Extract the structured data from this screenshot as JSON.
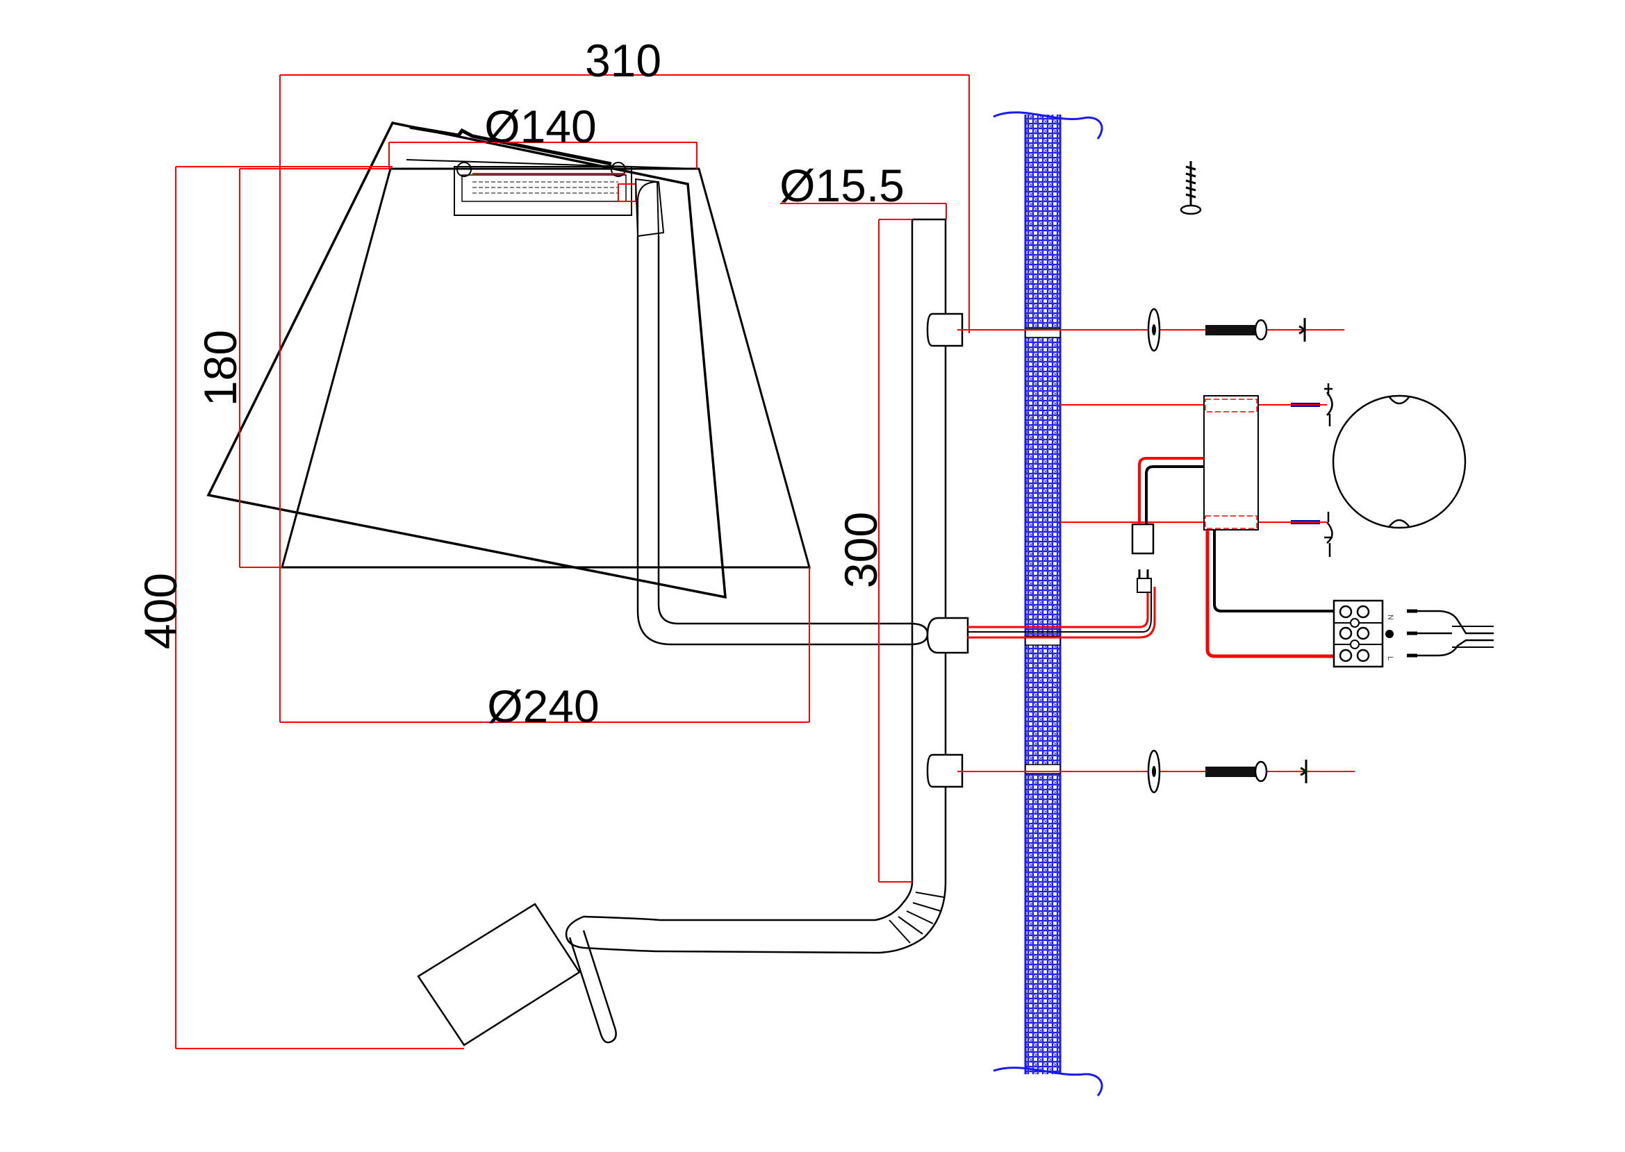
{
  "dimensions": {
    "overall_width": "310",
    "shade_top_diameter": "Ø140",
    "tube_diameter": "Ø15.5",
    "shade_height": "180",
    "overall_height": "400",
    "stem_length": "300",
    "shade_bottom_diameter": "Ø240"
  },
  "terminal_block": {
    "labels": [
      "N",
      "⏚",
      "L"
    ]
  },
  "colors": {
    "dimension_line": "#ff0000",
    "wall": "#0000ee",
    "live_wire": "#ff0000",
    "neutral_wire": "#000000",
    "outline": "#000000",
    "screw_tip": "#0000aa"
  }
}
